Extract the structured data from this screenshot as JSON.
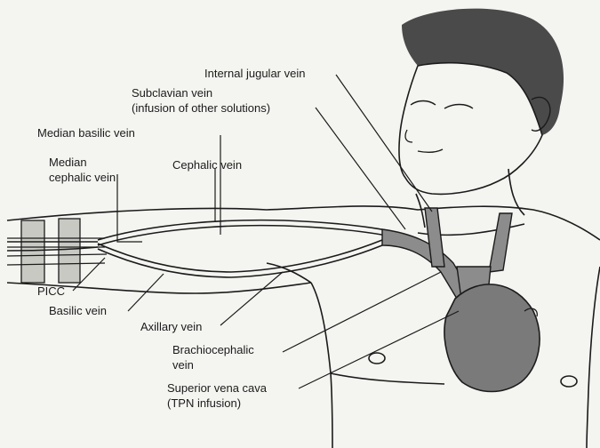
{
  "labels": {
    "internal_jugular": "Internal jugular vein",
    "subclavian_l1": "Subclavian vein",
    "subclavian_l2": "(infusion of other solutions)",
    "median_basilic": "Median basilic vein",
    "median_cephalic_l1": "Median",
    "median_cephalic_l2": "cephalic vein",
    "cephalic": "Cephalic vein",
    "picc": "PICC",
    "basilic": "Basilic vein",
    "axillary": "Axillary vein",
    "brachiocephalic_l1": "Brachiocephalic",
    "brachiocephalic_l2": "vein",
    "svc_l1": "Superior vena cava",
    "svc_l2": "(TPN infusion)"
  },
  "colors": {
    "ink": "#1b1b1b",
    "vessel_fill": "#8c8c8c",
    "heart_fill": "#7a7a7a",
    "hair_fill": "#4a4a4a",
    "paper": "#f4f4f1"
  }
}
